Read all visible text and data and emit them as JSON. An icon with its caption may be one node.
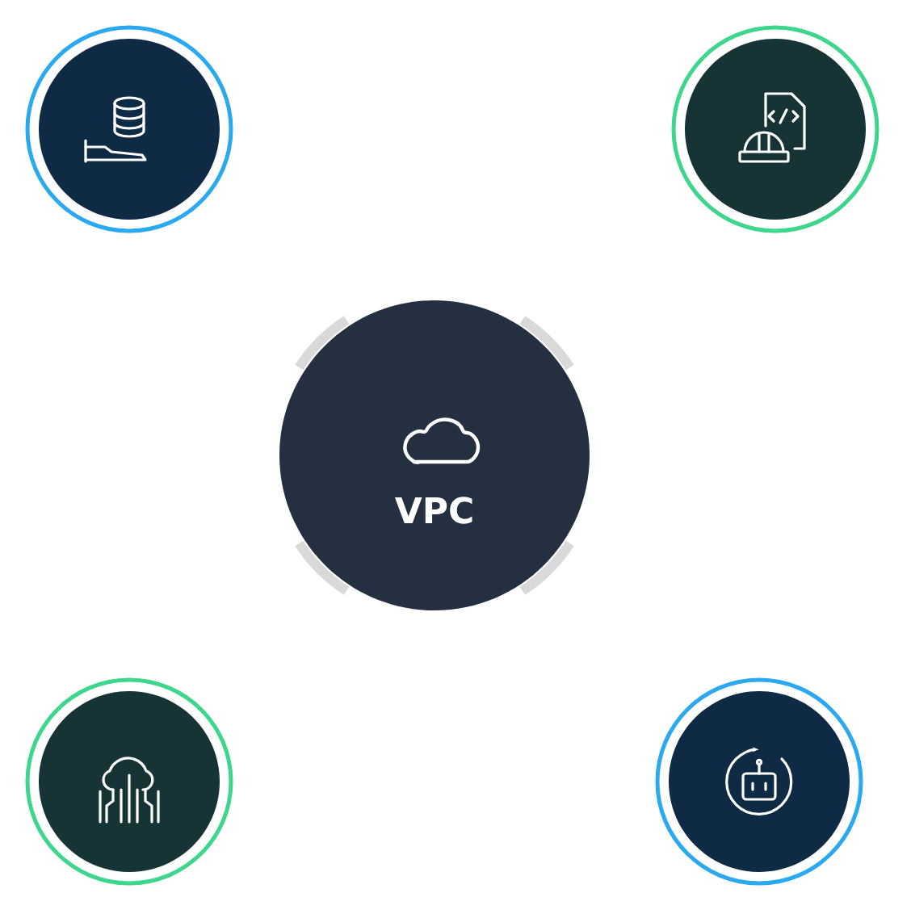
{
  "diagram": {
    "nodes": [
      {
        "text": [],
        "shape": "circle"
      },
      {
        "text": [],
        "shape": "circle"
      },
      {
        "text": [
          "VPC"
        ]
      },
      {
        "text": [],
        "shape": "circle"
      },
      {
        "text": [],
        "shape": "circle"
      }
    ]
  }
}
